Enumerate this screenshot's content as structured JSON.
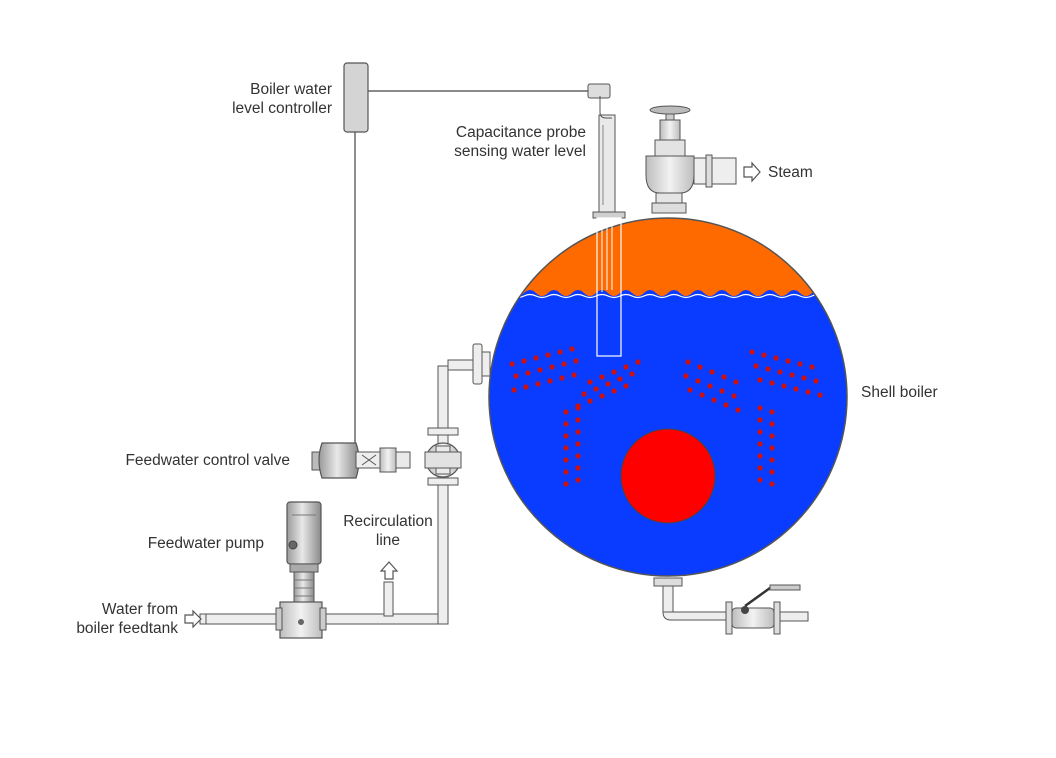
{
  "labels": {
    "controller": [
      "Boiler water",
      "level controller"
    ],
    "probe": [
      "Capacitance probe",
      "sensing water level"
    ],
    "steam": "Steam",
    "shell_boiler": "Shell boiler",
    "control_valve": "Feedwater control valve",
    "pump": "Feedwater pump",
    "recirculation": [
      "Recirculation",
      "line"
    ],
    "feedtank": [
      "Water from",
      "boiler feedtank"
    ]
  },
  "colors": {
    "steam_space": "#ff6a00",
    "water": "#0a3cff",
    "furnace": "#ff0000",
    "bubbles": "#cc1111",
    "pipe_fill": "#eeeeee",
    "outline": "#555555"
  },
  "icons": {
    "steam_arrow": "arrow-right-icon",
    "feed_arrow": "arrow-right-icon",
    "recirc_arrow": "arrow-up-icon"
  }
}
